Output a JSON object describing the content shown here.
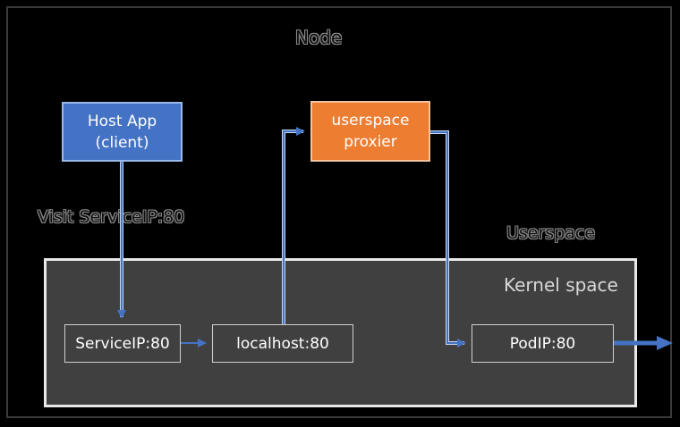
{
  "diagram": {
    "node_title": "Node",
    "userspace_label": "Userspace",
    "kernel_label": "Kernel space",
    "visit_label": "Visit ServiceIP:80",
    "host_app": {
      "line1": "Host App",
      "line2": "(client)"
    },
    "proxier": {
      "line1": "userspace",
      "line2": "proxier"
    },
    "service_ip": "ServiceIP:80",
    "localhost": "localhost:80",
    "pod_ip": "PodIP:80"
  },
  "colors": {
    "host_app": "#4472c4",
    "proxier": "#ed7d31",
    "kernel_panel": "#404040",
    "arrow": "#4472c4"
  }
}
